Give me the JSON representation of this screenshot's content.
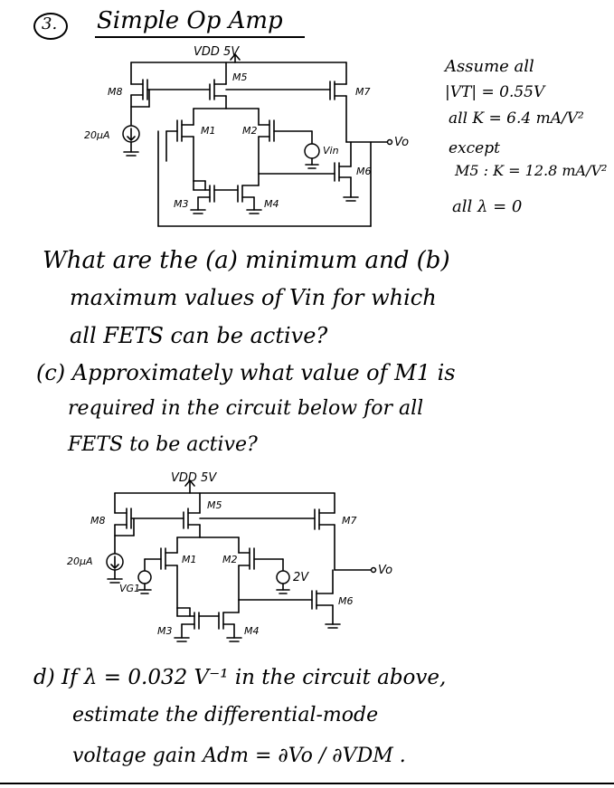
{
  "header": {
    "number": "3.",
    "title": "Simple Op Amp"
  },
  "circuit1": {
    "vdd": "VDD 5V",
    "labels": {
      "m5": "M5",
      "m8": "M8",
      "m7": "M7",
      "m1": "M1",
      "m2": "M2",
      "m3": "M3",
      "m4": "M4",
      "m6": "M6",
      "vin": "Vin",
      "vo": "Vo",
      "isrc": "20µA"
    }
  },
  "assumptions": [
    "Assume all",
    "|VT| = 0.55V",
    "all K = 6.4 mA/V²",
    "except",
    "M5 : K = 12.8 mA/V²",
    "all λ = 0"
  ],
  "questions": {
    "q_ab": [
      "What are the (a) minimum and (b)",
      "maximum values of  Vin for which",
      "all FETS can be active?"
    ],
    "q_c": [
      "(c) Approximately what value of M1 is",
      "required in the circuit below for all",
      "FETS to be active?"
    ],
    "q_d": [
      "d)  If λ = 0.032 V⁻¹ in the circuit above,",
      "estimate the differential-mode",
      "voltage gain  Adm = ∂Vo / ∂VDM ."
    ]
  },
  "circuit2": {
    "vdd": "VDD 5V",
    "labels": {
      "m5": "M5",
      "m8": "M8",
      "m7": "M7",
      "m1": "M1",
      "m2": "M2",
      "m3": "M3",
      "m4": "M4",
      "m6": "M6",
      "vg1": "VG1",
      "v2": "2V",
      "vo": "Vo",
      "isrc": "20µA"
    }
  }
}
